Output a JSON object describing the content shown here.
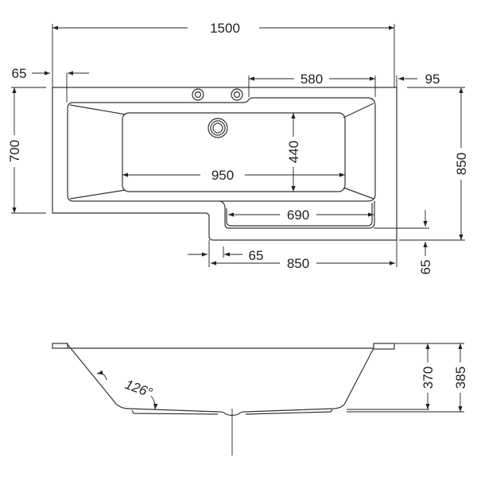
{
  "title": "L-shaped shower bath dimension drawing",
  "colors": {
    "line": "#333333",
    "background": "#ffffff"
  },
  "plan_view": {
    "overall_length": "1500",
    "left_rim": "65",
    "tap_deck_length": "580",
    "right_rim": "95",
    "narrow_width": "700",
    "overall_width": "850",
    "inner_width": "440",
    "inner_length": "950",
    "step_length": "690",
    "step_rim": "65",
    "wide_section_length": "850",
    "front_rim": "65"
  },
  "side_view": {
    "angle": "126°",
    "inner_depth": "370",
    "overall_depth": "385"
  }
}
